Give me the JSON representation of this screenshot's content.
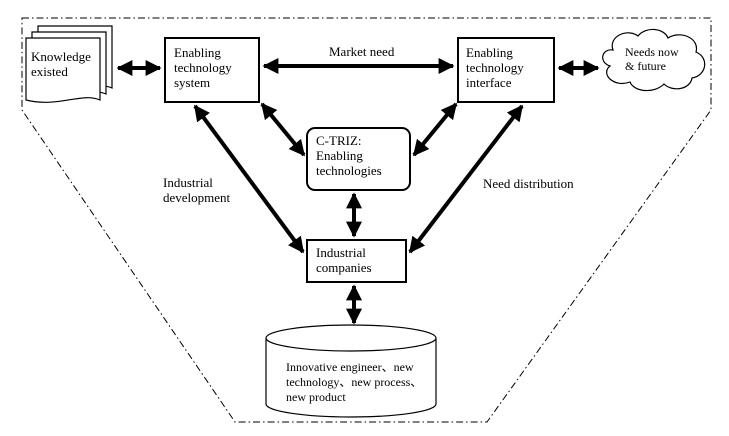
{
  "nodes": {
    "knowledge": "Knowledge\nexisted",
    "system": "Enabling\ntechnology\nsystem",
    "interface": "Enabling\ntechnology\ninterface",
    "needs": "Needs now\n& future",
    "ctriz": "C-TRIZ:\nEnabling\ntechnologies",
    "companies": "Industrial\ncompanies",
    "database": "Innovative engineer、new\ntechnology、new process、\nnew product"
  },
  "edges": {
    "market_need": "Market need",
    "industrial_development": "Industrial\ndevelopment",
    "need_distribution": "Need distribution"
  }
}
